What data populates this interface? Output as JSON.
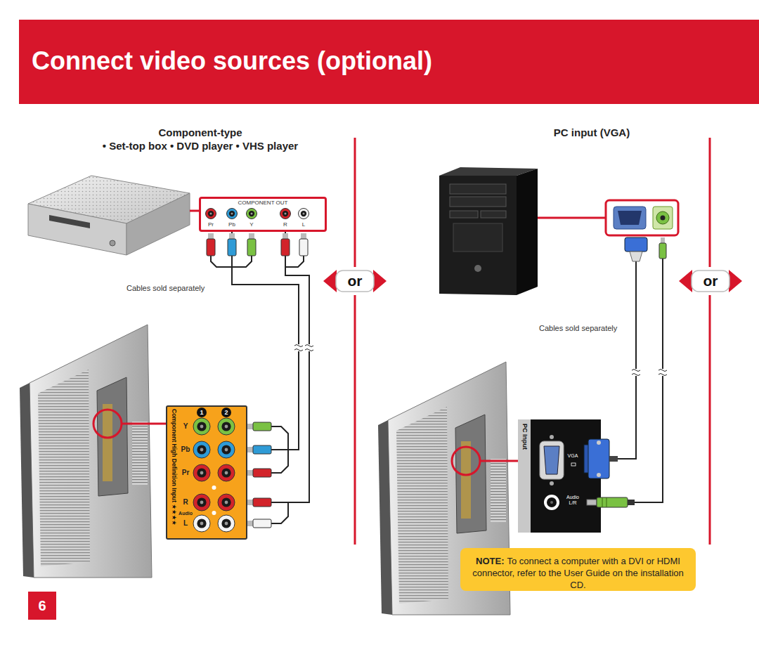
{
  "diagram": {
    "title": "Connect video sources (optional)",
    "nodes": [
      {
        "text": [
          "COMPONENT OUT",
          "Pr",
          "Pb",
          "Y",
          "R",
          "L"
        ]
      },
      {
        "text": [
          "Component High Definition Input ★★★★",
          "1",
          "2",
          "Y",
          "Pb",
          "Pr",
          "R",
          "Audio",
          "L"
        ]
      },
      {
        "text": [
          "PC Input",
          "VGA",
          "Audio L/R"
        ]
      },
      {
        "text": [
          "NOTE:",
          "To connect a computer with a DVI or HDMI connector, refer to the User Guide on the installation CD."
        ]
      },
      {
        "text": [
          "6"
        ]
      }
    ],
    "edges": [
      {
        "from": 0,
        "to": 1,
        "arrow": "none"
      },
      {
        "from": 0,
        "to": 1,
        "arrow": "none"
      }
    ],
    "labels": [
      "Component-type",
      "• Set-top box • DVD player • VHS player",
      "Cables sold separately",
      "or",
      "PC input (VGA)",
      "Cables sold separately",
      "or"
    ]
  }
}
